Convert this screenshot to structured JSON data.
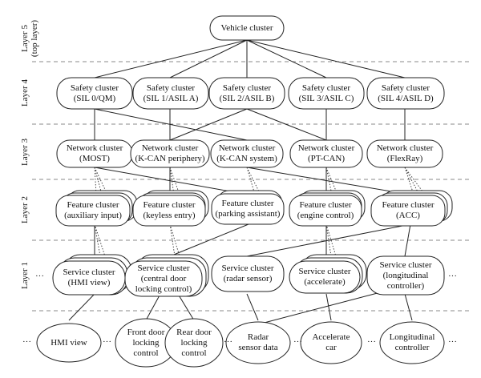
{
  "layers": {
    "l5": [
      "Layer 5",
      "(top layer)"
    ],
    "l4": "Layer 4",
    "l3": "Layer 3",
    "l2": "Layer 2",
    "l1": "Layer 1"
  },
  "vehicle_cluster": "Vehicle cluster",
  "safety_clusters": [
    {
      "title": "Safety cluster",
      "sub": "(SIL 0/QM)"
    },
    {
      "title": "Safety cluster",
      "sub": "(SIL 1/ASIL A)"
    },
    {
      "title": "Safety cluster",
      "sub": "(SIL 2/ASIL B)"
    },
    {
      "title": "Safety cluster",
      "sub": "(SIL 3/ASIL C)"
    },
    {
      "title": "Safety cluster",
      "sub": "(SIL 4/ASIL D)"
    }
  ],
  "network_clusters": [
    {
      "title": "Network cluster",
      "sub": "(MOST)"
    },
    {
      "title": "Network cluster",
      "sub": "(K-CAN periphery)"
    },
    {
      "title": "Network cluster",
      "sub": "(K-CAN system)"
    },
    {
      "title": "Network cluster",
      "sub": "(PT-CAN)"
    },
    {
      "title": "Network cluster",
      "sub": "(FlexRay)"
    }
  ],
  "feature_clusters": [
    {
      "title": "Feature cluster",
      "sub": "(auxiliary input)"
    },
    {
      "title": "Feature cluster",
      "sub": "(keyless entry)"
    },
    {
      "title": "Feature cluster",
      "sub": "(parking assistant)"
    },
    {
      "title": "Feature cluster",
      "sub": "(engine control)"
    },
    {
      "title": "Feature cluster",
      "sub": "(ACC)"
    }
  ],
  "service_clusters": [
    {
      "lines": [
        "Service cluster",
        "(HMI view)"
      ]
    },
    {
      "lines": [
        "Service cluster",
        "(central door",
        "locking control)"
      ]
    },
    {
      "lines": [
        "Service cluster",
        "(radar sensor)"
      ]
    },
    {
      "lines": [
        "Service cluster",
        "(accelerate)"
      ]
    },
    {
      "lines": [
        "Service cluster",
        "(longitudinal",
        "controller)"
      ]
    }
  ],
  "functions": [
    {
      "lines": [
        "HMI view"
      ]
    },
    {
      "lines": [
        "Front door",
        "locking",
        "control"
      ]
    },
    {
      "lines": [
        "Rear door",
        "locking",
        "control"
      ]
    },
    {
      "lines": [
        "Radar",
        "sensor data"
      ]
    },
    {
      "lines": [
        "Accelerate",
        "car"
      ]
    },
    {
      "lines": [
        "Longitudinal",
        "controller"
      ]
    }
  ],
  "ellipsis": "···"
}
